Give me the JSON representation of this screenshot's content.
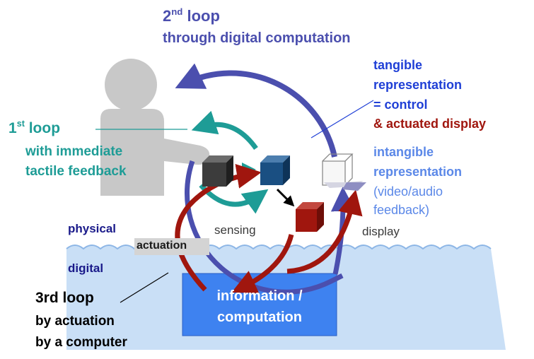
{
  "loop2": {
    "title": "2",
    "title_sup": "nd",
    "title_rest": " loop",
    "subtitle": "through digital computation"
  },
  "loop1": {
    "title": "1",
    "title_sup": "st",
    "title_rest": " loop",
    "line1": "with immediate",
    "line2": "tactile feedback"
  },
  "loop3": {
    "line1": "3rd loop",
    "line2": "by actuation",
    "line3": "by a computer"
  },
  "tangible": {
    "line1": "tangible",
    "line2": "representation",
    "line3": "= control",
    "line4": "& actuated display"
  },
  "intangible": {
    "line1": "intangible",
    "line2": "representation",
    "line3": "(video/audio",
    "line4": "feedback)"
  },
  "layers": {
    "physical": "physical",
    "digital": "digital"
  },
  "labels": {
    "sensing": "sensing",
    "display": "display",
    "actuation": "actuation"
  },
  "info_box": {
    "line1": "information /",
    "line2": "computation"
  },
  "colors": {
    "loop2_purple": "#4B4FAE",
    "loop1_teal": "#1E9C96",
    "loop3_red": "#A0160E",
    "tangible_blue": "#1F3FD6",
    "intangible_blue": "#5B88E8",
    "water": "#C9DFF6",
    "info_box": "#3E82F0"
  }
}
